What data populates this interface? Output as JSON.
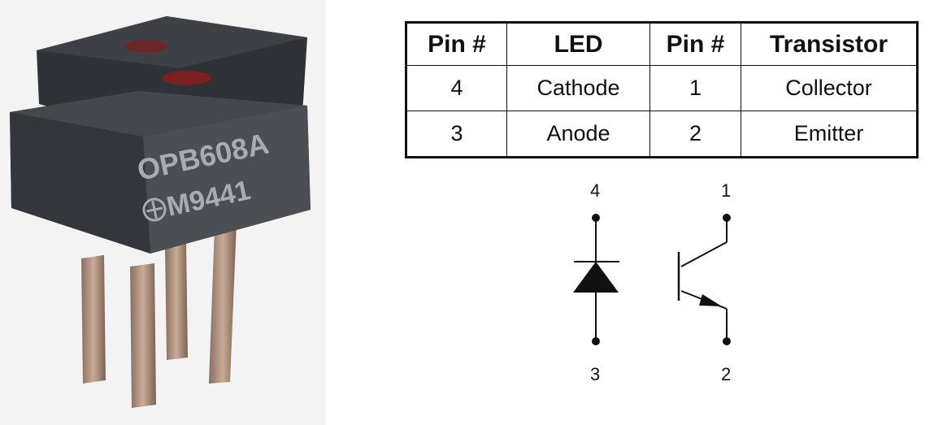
{
  "photo": {
    "marking_line1": "OPB608A",
    "marking_line2": "M9441"
  },
  "pin_table": {
    "headers": [
      "Pin #",
      "LED",
      "Pin #",
      "Transistor"
    ],
    "rows": [
      [
        "4",
        "Cathode",
        "1",
        "Collector"
      ],
      [
        "3",
        "Anode",
        "2",
        "Emitter"
      ]
    ]
  },
  "schematic": {
    "led_anode_pin": "3",
    "led_cathode_pin": "4",
    "transistor_collector_pin": "1",
    "transistor_emitter_pin": "2"
  }
}
